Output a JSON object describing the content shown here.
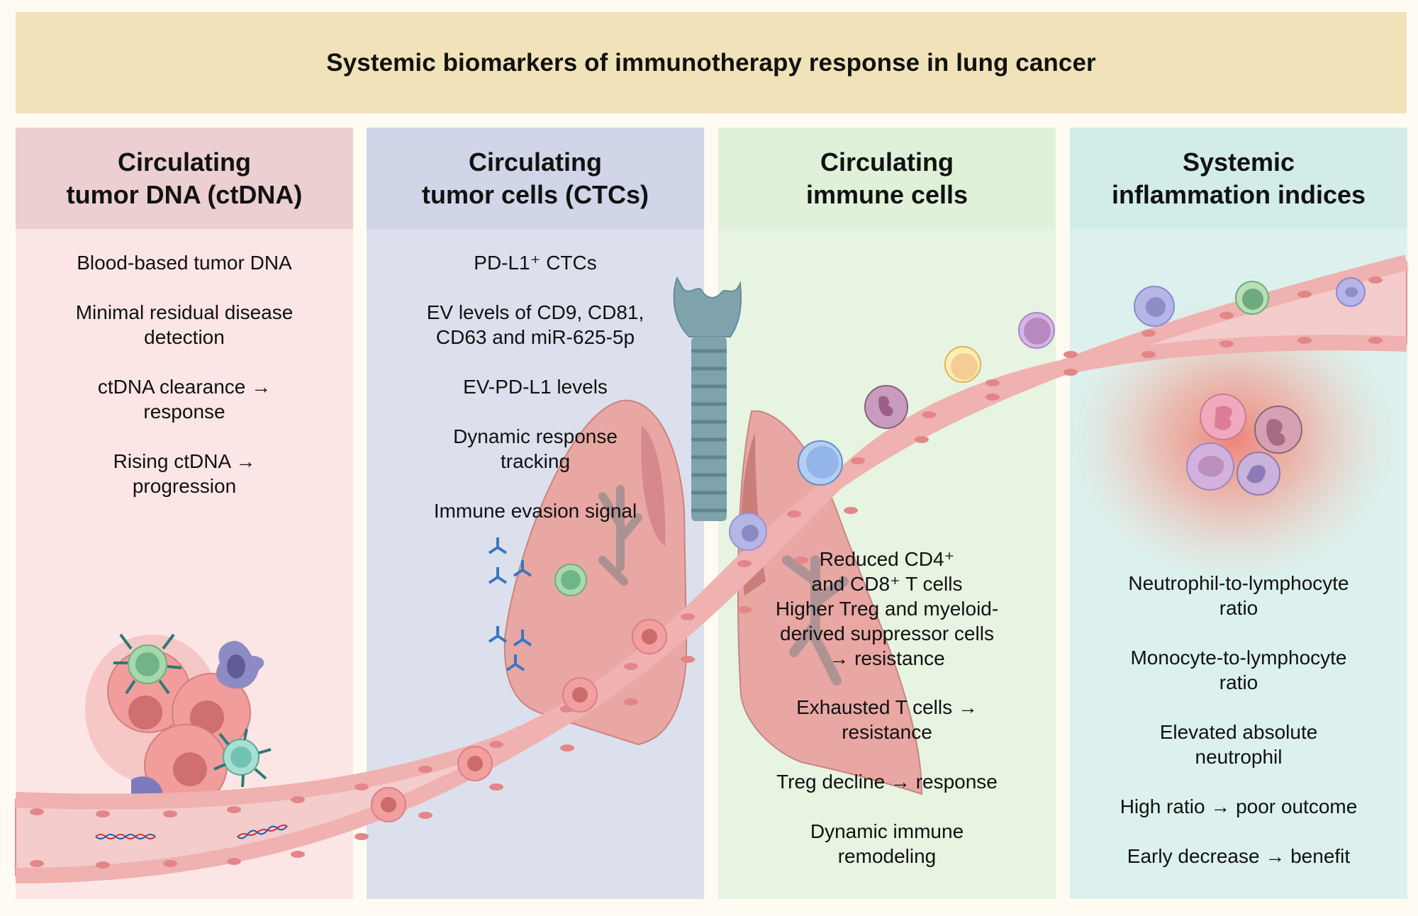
{
  "title": "Systemic biomarkers of immunotherapy response in lung cancer",
  "colors": {
    "banner": "#f1e2b9",
    "background": "#fffbf2",
    "ctdna_header": "#eccfd1",
    "ctdna_body": "#fbe6e5",
    "ctc_header": "#d0d6e8",
    "ctc_body": "#dce0ed",
    "immune_header": "#dff2d9",
    "immune_body": "#e6f4e1",
    "inflammation_header": "#d2ece8",
    "inflammation_body": "#dcf1ed",
    "vessel": "#f4cccc",
    "vessel_wall": "#f0b1b1"
  },
  "panels": [
    {
      "id": "ctdna",
      "title_line1": "Circulating",
      "title_line2": "tumor DNA (ctDNA)",
      "items": [
        {
          "lines": [
            "Blood-based tumor DNA"
          ]
        },
        {
          "lines": [
            "Minimal residual disease",
            "detection"
          ]
        },
        {
          "lines": [
            "ctDNA clearance →",
            "response"
          ]
        },
        {
          "lines": [
            "Rising ctDNA →",
            "progression"
          ]
        }
      ]
    },
    {
      "id": "ctc",
      "title_line1": "Circulating",
      "title_line2": "tumor cells (CTCs)",
      "items": [
        {
          "lines": [
            "PD-L1⁺ CTCs"
          ]
        },
        {
          "lines": [
            "EV levels of CD9, CD81,",
            "CD63 and miR-625-5p"
          ]
        },
        {
          "lines": [
            "EV-PD-L1 levels"
          ]
        },
        {
          "lines": [
            "Dynamic response",
            "tracking"
          ]
        },
        {
          "lines": [
            "Immune evasion signal"
          ]
        }
      ]
    },
    {
      "id": "immune",
      "title_line1": "Circulating",
      "title_line2": "immune cells",
      "items": [
        {
          "lines": [
            "Reduced CD4⁺",
            "and  CD8⁺ T cells",
            "Higher Treg and myeloid-",
            "derived suppressor cells",
            "→ resistance"
          ]
        },
        {
          "lines": [
            "Exhausted T cells →",
            "resistance"
          ]
        },
        {
          "lines": [
            "Treg decline → response"
          ]
        },
        {
          "lines": [
            "Dynamic immune",
            "remodeling"
          ]
        }
      ]
    },
    {
      "id": "inflammation",
      "title_line1": "Systemic",
      "title_line2": "inflammation indices",
      "items": [
        {
          "lines": [
            "Neutrophil-to-lymphocyte",
            "ratio"
          ]
        },
        {
          "lines": [
            "Monocyte-to-lymphocyte",
            "ratio"
          ]
        },
        {
          "lines": [
            "Elevated absolute",
            "neutrophil"
          ]
        },
        {
          "lines": [
            "High ratio → poor outcome"
          ]
        },
        {
          "lines": [
            "Early decrease → benefit"
          ]
        }
      ]
    }
  ],
  "illustrations": {
    "ctdna": [
      "tumor-cell-cluster",
      "t-cell-with-antibodies",
      "dendritic-cell",
      "dna-fragment",
      "dna-fragment"
    ],
    "ctc": [
      "lung-left",
      "antibodies",
      "circulating-tumor-cell",
      "circulating-tumor-cell",
      "circulating-tumor-cell"
    ],
    "immune": [
      "trachea",
      "lung-right",
      "lymphocyte-blue",
      "neutrophil",
      "lymphocyte-yellow",
      "lymphocyte-purple",
      "monocyte"
    ],
    "inflammation": [
      "dendritic-cell",
      "lymphocyte-green",
      "dendritic-cell",
      "inflammation-glow",
      "neutrophil-cluster"
    ]
  }
}
